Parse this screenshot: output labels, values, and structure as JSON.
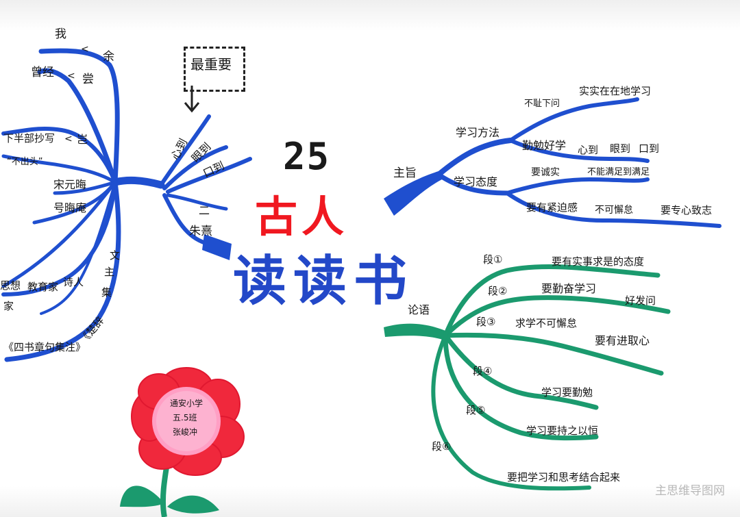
{
  "title": {
    "number": "25",
    "line1": "古人",
    "line2": "读读书"
  },
  "colors": {
    "left_branch": "#1f4fcf",
    "right_top_branch": "#1f4fcf",
    "right_bottom_branch": "#1b9a6e",
    "title_red": "#f01820",
    "title_blue": "#2348c8",
    "flower_petal": "#f0283c",
    "flower_center": "#ff9fc4",
    "leaf": "#1b9a6e"
  },
  "left": {
    "person": {
      "n1": "我",
      "n1a": "余",
      "n2": "曾经",
      "n2a": "尝",
      "n3": "下半部抄写",
      "n3a": "岂",
      "n3b": "“不出头”",
      "n4": "宋元晦",
      "n5": "号晦庵",
      "n6": "思想",
      "n6a": "教育家",
      "n6b": "诗人",
      "n6c": "家",
      "n7": "《四书章句集注》",
      "n7a": "《楚辞",
      "n8": "集",
      "n9": "主",
      "n10": "文"
    },
    "upper": {
      "label_important": "最重要",
      "b1": "心到",
      "b2": "眼到",
      "b3": "口到",
      "b4": "二",
      "b5": "朱熹"
    }
  },
  "right_top": {
    "root": "主旨",
    "method": {
      "label": "学习方法",
      "c1": "不耻下问",
      "c1a": "实实在在地学习",
      "c2": "勤勉好学",
      "c2a": "心到",
      "c2b": "眼到",
      "c2c": "口到"
    },
    "attitude": {
      "label": "学习态度",
      "c1": "要诚实",
      "c1a": "不能满足到满足",
      "c2": "要有紧迫感",
      "c2a": "不可懈怠",
      "c2b": "要专心致志"
    }
  },
  "right_bottom": {
    "root": "论语",
    "p1": {
      "label": "段①",
      "text": "要有实事求是的态度"
    },
    "p2": {
      "label": "段②",
      "text": "要勤奋学习",
      "text2": "好发问"
    },
    "p3": {
      "label": "段③",
      "text": "求学不可懈怠",
      "text2": "要有进取心"
    },
    "p4": {
      "label": "段④",
      "text": "学习要勤勉"
    },
    "p5": {
      "label": "段⑤",
      "text": "学习要持之以恒"
    },
    "p6": {
      "label": "段⑥",
      "text": "要把学习和思考结合起来"
    }
  },
  "flower": {
    "line1": "通安小学",
    "line2": "五.5班",
    "line3": "张峻冲"
  },
  "watermark": "主思维导图网"
}
